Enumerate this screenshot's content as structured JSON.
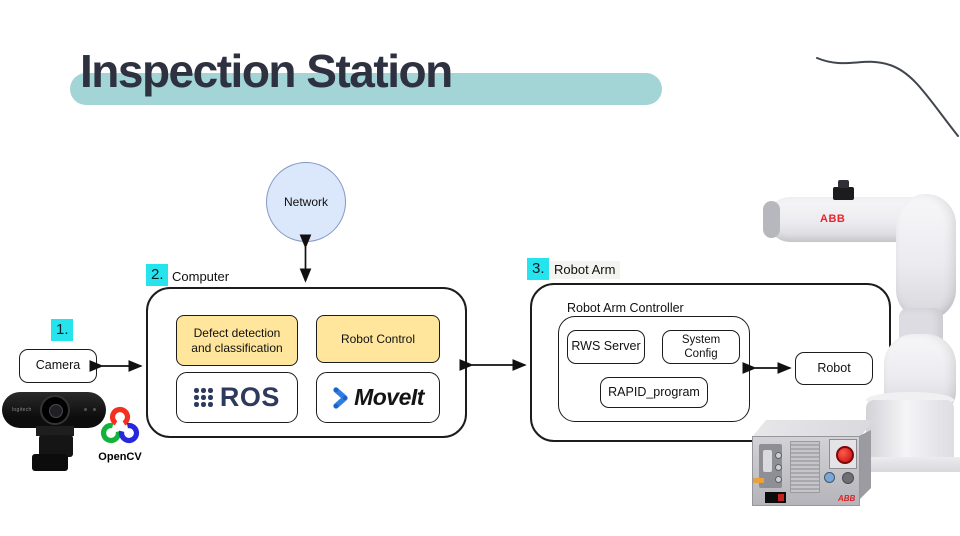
{
  "title": {
    "text": "Inspection Station"
  },
  "network": {
    "label": "Network"
  },
  "camera": {
    "badge": "1.",
    "label": "Camera"
  },
  "computer": {
    "badge": "2.",
    "label": "Computer",
    "defect_module": "Defect detection and classification",
    "robot_control_module": "Robot Control",
    "ros_label": "ROS",
    "moveit_label": "MoveIt"
  },
  "robot_arm": {
    "badge": "3.",
    "label": "Robot Arm",
    "controller_label": "Robot Arm Controller",
    "rws_server": "RWS Server",
    "system_config": "System Config",
    "rapid_program": "RAPID_program",
    "robot_box": "Robot"
  },
  "images": {
    "opencv_label": "OpenCV",
    "webcam_brand": "logitech",
    "abb_arm_logo": "ABB",
    "abb_controller_logo": "ABB"
  },
  "colors": {
    "badge_cyan": "#25e4ee",
    "title_highlight": "#a3d4d6",
    "title_text": "#2e3240",
    "module_yellow": "#ffe69c",
    "network_fill": "#dbe7fa",
    "network_border": "#8399c6",
    "ros_navy": "#2d3a5e",
    "moveit_blue": "#2f7de1",
    "opencv_red": "#f3301f",
    "opencv_green": "#12b33b",
    "opencv_blue": "#2727de",
    "abb_red": "#e8262d"
  }
}
